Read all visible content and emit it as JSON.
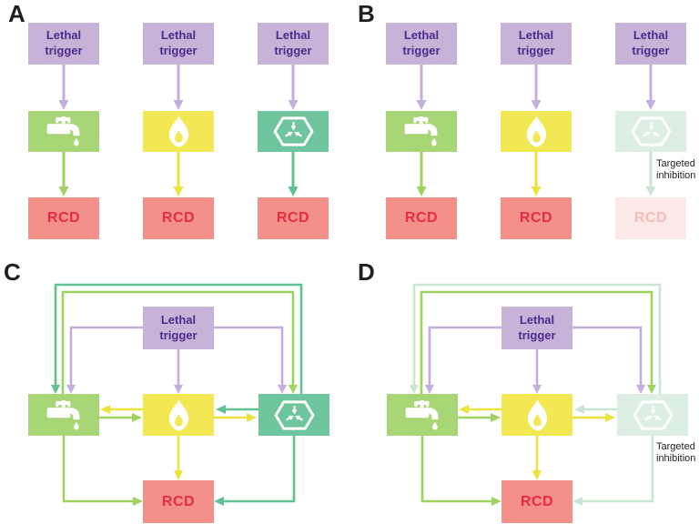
{
  "labels": {
    "panel_a": "A",
    "panel_b": "B",
    "panel_c": "C",
    "panel_d": "D",
    "lethal_trigger": "Lethal trigger",
    "rcd": "RCD",
    "targeted_inhibition": "Targeted inhibition"
  },
  "icons": {
    "faucet": "faucet-icon",
    "flame": "flame-icon",
    "hexagon": "hexagon-arrows-icon"
  },
  "colors": {
    "purple_box": "#c7b2d8",
    "purple_text": "#4e2b8f",
    "purple_arrow": "#c5aedd",
    "green_box": "#a8d677",
    "green_arrow": "#a0d260",
    "yellow_box": "#f2e854",
    "yellow_arrow": "#eee23e",
    "teal_box": "#6fc69d",
    "teal_arrow": "#62c193",
    "salmon_box": "#f29089",
    "red_text": "#e82c3e",
    "mint_box": "#ddeee4",
    "mint_arrow": "#c9e6d4",
    "pink_faded_box": "#fbe9e7",
    "pink_faded_text": "#f4bdb9",
    "label_black": "#1f1f1f"
  }
}
